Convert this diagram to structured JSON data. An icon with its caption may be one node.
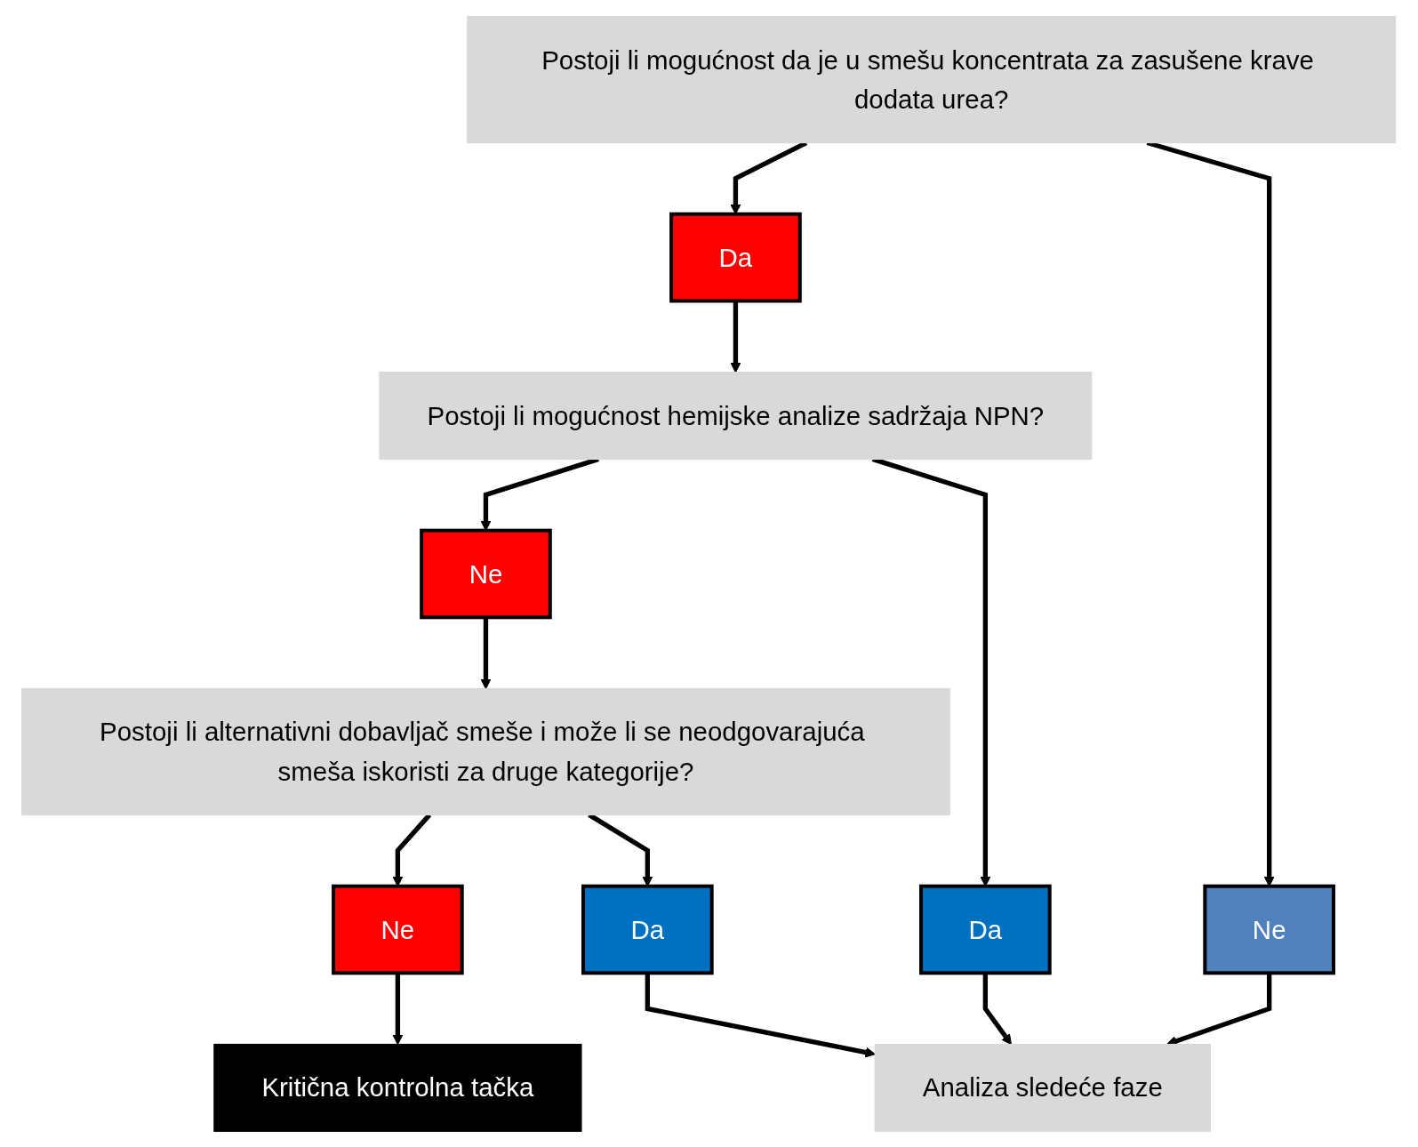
{
  "diagram": {
    "nodes": [
      {
        "text": [
          "Postoji li mogućnost da je u smešu koncentrata za zasušene krave dodata urea?"
        ]
      },
      {
        "text": [
          "Da"
        ]
      },
      {
        "text": [
          "Ne"
        ]
      },
      {
        "text": [
          "Postoji li mogućnost hemijske analize sadržaja NPN?"
        ]
      },
      {
        "text": [
          "Ne"
        ]
      },
      {
        "text": [
          "Da"
        ]
      },
      {
        "text": [
          "Postoji li alternativni dobavljač smeše i može li se neodgovarajuća smeša iskoristi za druge kategorije?"
        ]
      },
      {
        "text": [
          "Ne"
        ]
      },
      {
        "text": [
          "Da"
        ]
      },
      {
        "text": [
          "Kritična kontrolna tačka"
        ]
      },
      {
        "text": [
          "Analiza sledeće faze"
        ]
      }
    ],
    "edges": [
      {
        "from": 0,
        "to": 1,
        "arrow": "to"
      },
      {
        "from": 0,
        "to": 2,
        "arrow": "to"
      },
      {
        "from": 1,
        "to": 3,
        "arrow": "to"
      },
      {
        "from": 3,
        "to": 4,
        "arrow": "to"
      },
      {
        "from": 3,
        "to": 5,
        "arrow": "to"
      },
      {
        "from": 4,
        "to": 6,
        "arrow": "to"
      },
      {
        "from": 6,
        "to": 7,
        "arrow": "to"
      },
      {
        "from": 6,
        "to": 8,
        "arrow": "to"
      },
      {
        "from": 7,
        "to": 9,
        "arrow": "to"
      },
      {
        "from": 8,
        "to": 10,
        "arrow": "to"
      },
      {
        "from": 5,
        "to": 10,
        "arrow": "to"
      },
      {
        "from": 2,
        "to": 10,
        "arrow": "to"
      }
    ]
  }
}
